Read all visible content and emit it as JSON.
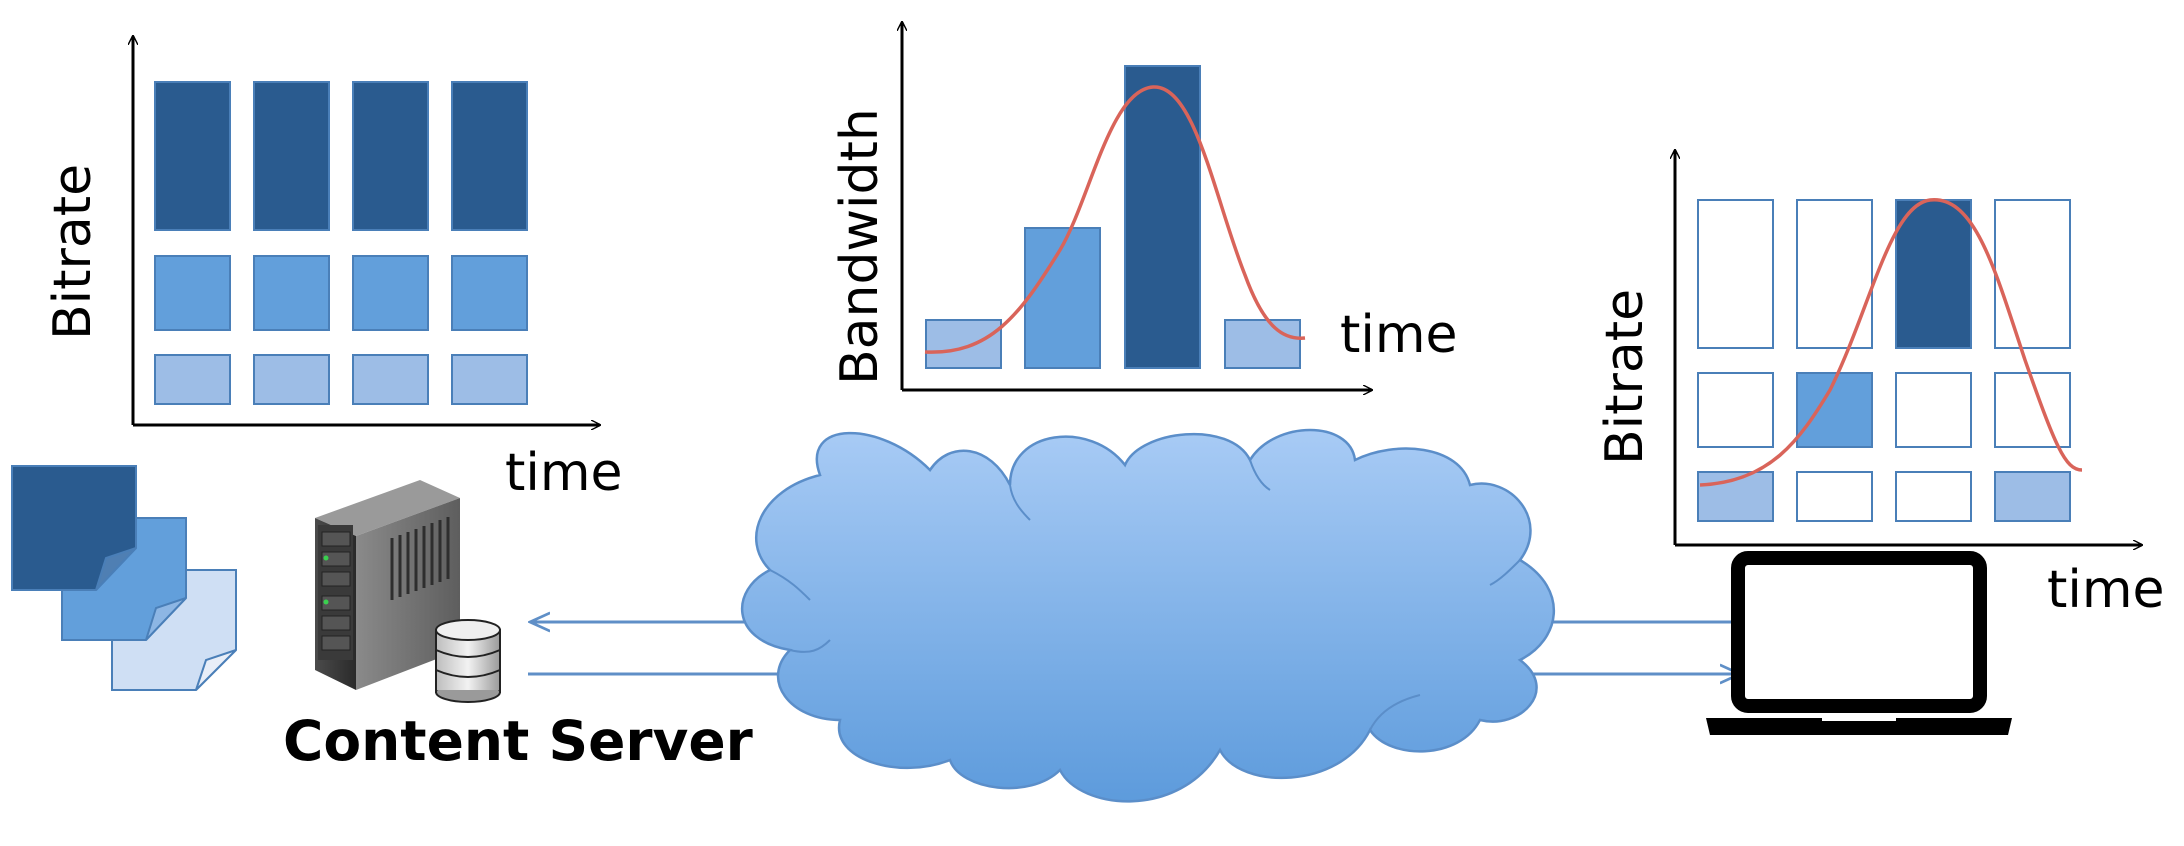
{
  "colors": {
    "dark": "#2a5b8f",
    "medium": "#629fdb",
    "light": "#9dbde6",
    "outline": "#4a7fb8",
    "curve": "#d9645a",
    "cloud_top": "#a8cbf5",
    "cloud_bottom": "#5d9bdc",
    "arrow": "#5f8fc7"
  },
  "left_chart": {
    "ylabel": "Bitrate",
    "xlabel": "time",
    "levels": [
      "high",
      "medium",
      "low"
    ],
    "segments": 4
  },
  "center_chart": {
    "ylabel": "Bandwidth",
    "xlabel": "time",
    "bars": [
      "low",
      "medium",
      "high",
      "low"
    ]
  },
  "right_chart": {
    "ylabel": "Bitrate",
    "xlabel": "time",
    "levels": [
      "high",
      "medium",
      "low"
    ],
    "segments": 4,
    "selected": [
      "low",
      "medium",
      "high",
      "low"
    ]
  },
  "server": {
    "label": "Content Server",
    "icon": "server-rack-icon",
    "db_icon": "database-icon"
  },
  "documents": {
    "icon": "document-stack-icon"
  },
  "network": {
    "icon": "cloud-icon"
  },
  "client": {
    "icon": "laptop-icon"
  }
}
